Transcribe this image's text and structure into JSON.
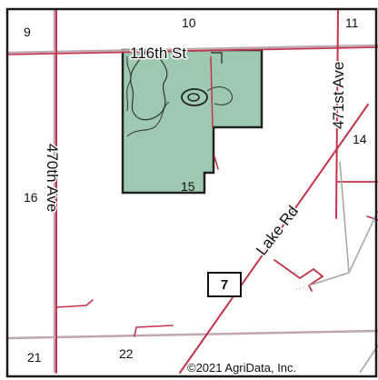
{
  "colors": {
    "frame": "#1a1a1a",
    "section_line": "#bfa6b0",
    "road": "#c4334a",
    "field_fill": "#9ec9b1",
    "field_outline": "#222222",
    "track": "#a9a9a9",
    "water_line": "#4aa0b0"
  },
  "sections": {
    "nw": "9",
    "n": "10",
    "ne": "11",
    "e": "14",
    "w": "16",
    "field": "15",
    "sw": "21",
    "s": "22"
  },
  "roads": {
    "north": "116th St",
    "west": "470th Ave",
    "east": "471st Ave",
    "diagonal": "Lake Rd"
  },
  "route_marker": "7",
  "copyright": "©2021 AgriData, Inc."
}
